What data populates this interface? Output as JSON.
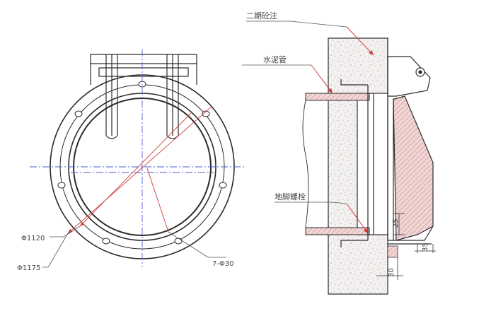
{
  "front_view": {
    "dimension_inner_diameter": "Φ1120",
    "dimension_outer_diameter": "Φ1175",
    "dimension_bolt_holes": "7-Φ30"
  },
  "side_view": {
    "label_secondary_grout": "二期砼注",
    "label_cement_pipe": "水泥管",
    "label_anchor_bolt": "地脚螺栓",
    "dimension_seat_height": "25",
    "dimension_lip": "35",
    "dimension_base_offset": "30"
  },
  "colors": {
    "line": "#2b2b2b",
    "centerline": "#4a5bd4",
    "leader": "#d23c3c",
    "hatch": "#d9a8a8",
    "concrete_dots": "#a9a9a9"
  }
}
